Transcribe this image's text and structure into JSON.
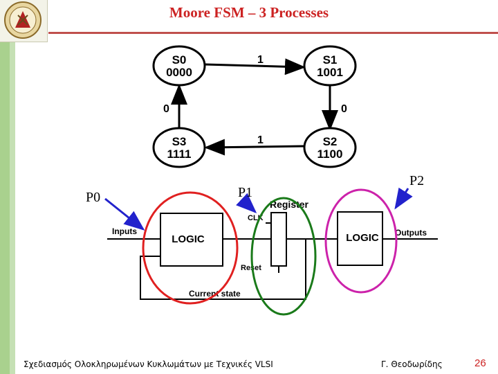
{
  "slide": {
    "title": "Moore FSM – 3 Processes",
    "footer_left": "Σχεδιασμός Ολοκληρωμένων Κυκλωμάτων με Τεχνικές VLSI",
    "footer_right": "Γ. Θεοδωρίδης",
    "page_number": "26"
  },
  "fsm": {
    "states": [
      {
        "name": "S0",
        "code": "0000"
      },
      {
        "name": "S1",
        "code": "1001"
      },
      {
        "name": "S2",
        "code": "1100"
      },
      {
        "name": "S3",
        "code": "1111"
      }
    ],
    "transitions": {
      "s0_s1": "1",
      "s1_s2": "0",
      "s2_s3": "1",
      "s3_s0": "0"
    }
  },
  "block": {
    "inputs": "Inputs",
    "logic_left": "LOGIC",
    "logic_right": "LOGIC",
    "register": "Register",
    "clk": "CLK",
    "reset": "Reset",
    "outputs": "Outputs",
    "current_state": "Current state"
  },
  "annotations": {
    "p0": "P0",
    "p1": "P1",
    "p2": "P2"
  },
  "colors": {
    "title": "#cc2222",
    "p0_ellipse": "#e02020",
    "p1_ellipse": "#1a7a1a",
    "p2_ellipse": "#cc22aa",
    "annotation_arrow": "#2222cc"
  }
}
